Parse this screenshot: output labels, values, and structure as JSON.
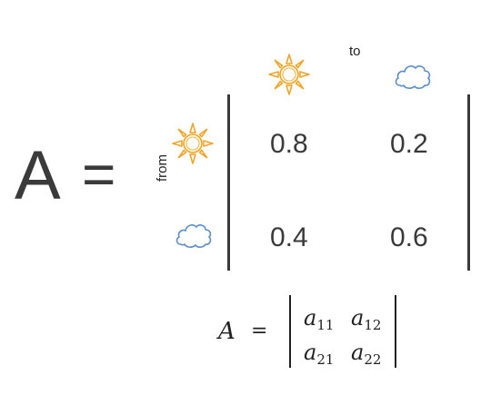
{
  "main": {
    "symbol": "A",
    "equals": "="
  },
  "labels": {
    "to": "to",
    "from": "from"
  },
  "icons": {
    "state_1": "sun-icon",
    "state_2": "cloud-icon",
    "sun_color": "#F0A528",
    "cloud_color": "#5B8FC9"
  },
  "matrix": {
    "rows": [
      [
        "0.8",
        "0.2"
      ],
      [
        "0.4",
        "0.6"
      ]
    ]
  },
  "formula": {
    "symbol": "A",
    "equals": "=",
    "elements": [
      {
        "base": "a",
        "sub": "11"
      },
      {
        "base": "a",
        "sub": "12"
      },
      {
        "base": "a",
        "sub": "21"
      },
      {
        "base": "a",
        "sub": "22"
      }
    ]
  }
}
